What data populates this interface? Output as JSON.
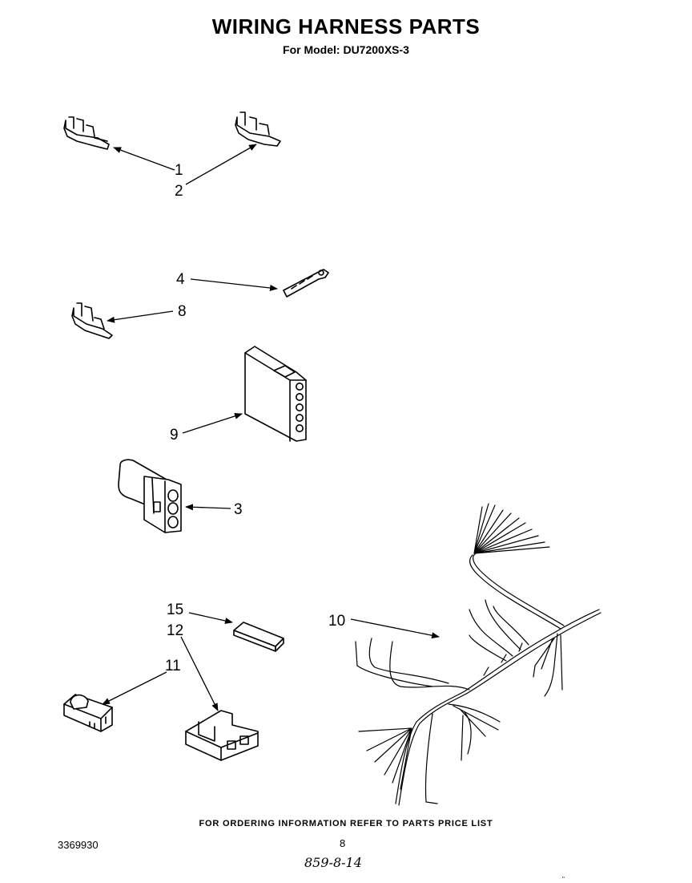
{
  "header": {
    "title": "WIRING HARNESS PARTS",
    "subtitle": "For Model: DU7200XS-3"
  },
  "callouts": {
    "c1": "1",
    "c2": "2",
    "c3": "3",
    "c4": "4",
    "c8": "8",
    "c9": "9",
    "c10": "10",
    "c11": "11",
    "c12": "12",
    "c15": "15"
  },
  "footer": {
    "ordering_note": "FOR ORDERING INFORMATION REFER TO PARTS PRICE LIST",
    "document_number": "3369930",
    "page_number": "8",
    "handwritten_code": "859-8-14",
    "corner_mark": "\""
  }
}
